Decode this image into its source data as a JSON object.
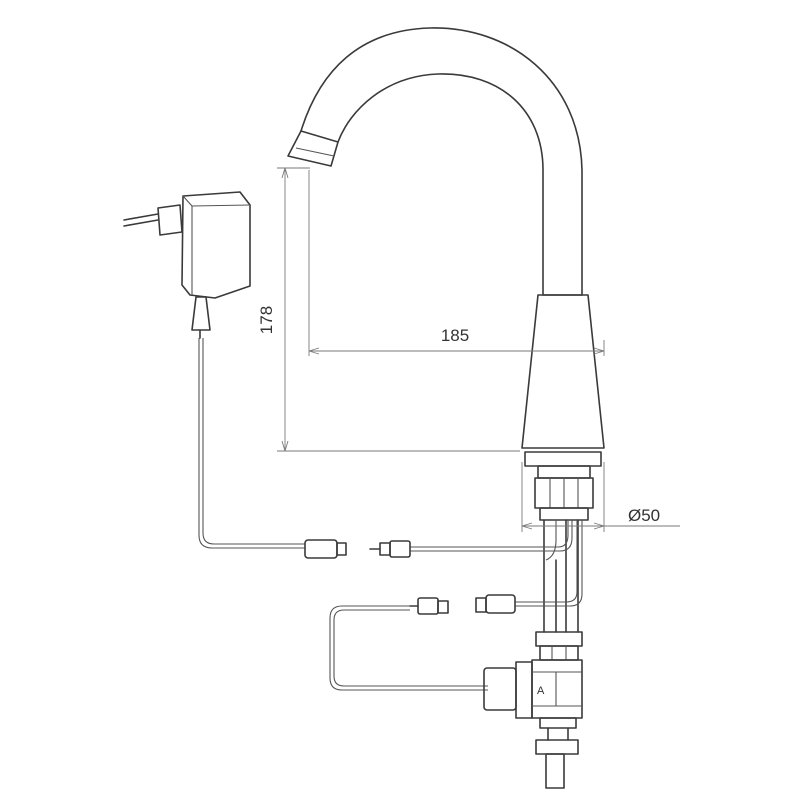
{
  "dimensions": {
    "height": "178",
    "reach": "185",
    "diameter": "Ø50"
  },
  "valve_marking": "A"
}
